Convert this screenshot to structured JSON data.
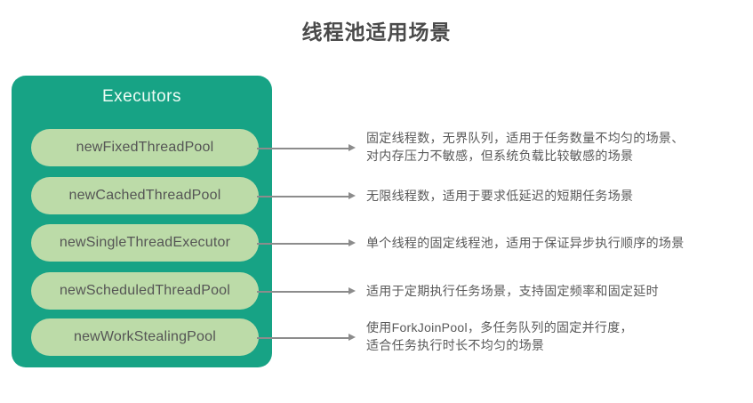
{
  "title": "线程池适用场景",
  "executors": {
    "title": "Executors"
  },
  "rows": [
    {
      "pill": "newFixedThreadPool",
      "desc": "固定线程数，无界队列，适用于任务数量不均匀的场景、\n对内存压力不敏感，但系统负载比较敏感的场景"
    },
    {
      "pill": "newCachedThreadPool",
      "desc": "无限线程数，适用于要求低延迟的短期任务场景"
    },
    {
      "pill": "newSingleThreadExecutor",
      "desc": "单个线程的固定线程池，适用于保证异步执行顺序的场景"
    },
    {
      "pill": "newScheduledThreadPool",
      "desc": "适用于定期执行任务场景，支持固定频率和固定延时"
    },
    {
      "pill": "newWorkStealingPool",
      "desc": "使用ForkJoinPool，多任务队列的固定并行度，\n适合任务执行时长不均匀的场景"
    }
  ],
  "colors": {
    "executors_box_green": "#17a385",
    "pill_green": "#bcdba8",
    "arrow_gray": "#8c8c8c",
    "title_text": "#4a4a4a",
    "pill_text": "#555555",
    "desc_text": "#595959",
    "executors_label_text": "#eefcf5",
    "background": "#ffffff"
  }
}
